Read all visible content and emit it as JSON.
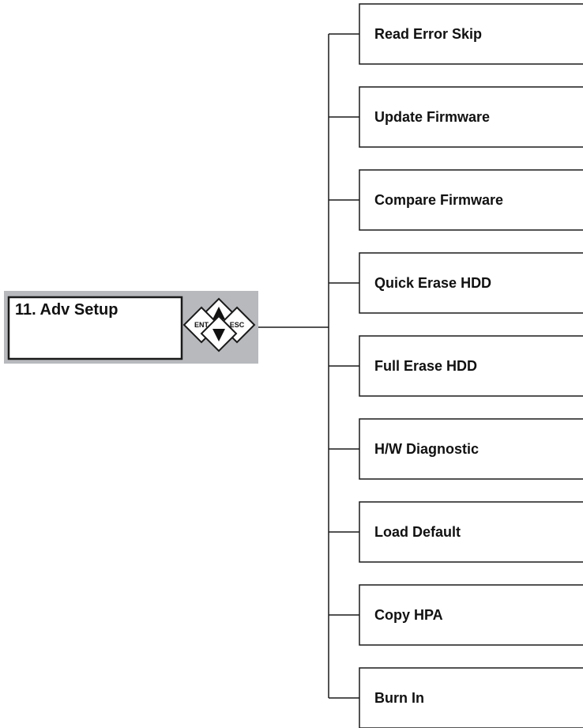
{
  "control_panel": {
    "display_text": "11. Adv Setup",
    "keys": {
      "up": "up-arrow",
      "down": "down-arrow",
      "enter": "ENT",
      "escape": "ESC"
    }
  },
  "menu": {
    "items": [
      {
        "label": "Read Error Skip"
      },
      {
        "label": "Update Firmware"
      },
      {
        "label": "Compare Firmware"
      },
      {
        "label": "Quick Erase HDD"
      },
      {
        "label": "Full Erase HDD"
      },
      {
        "label": "H/W Diagnostic"
      },
      {
        "label": "Load Default"
      },
      {
        "label": "Copy HPA"
      },
      {
        "label": "Burn In"
      }
    ]
  },
  "colors": {
    "panel": "#b7b9bd",
    "line": "#1a1a1a",
    "box_border": "#1a1a1a",
    "background": "#ffffff"
  }
}
